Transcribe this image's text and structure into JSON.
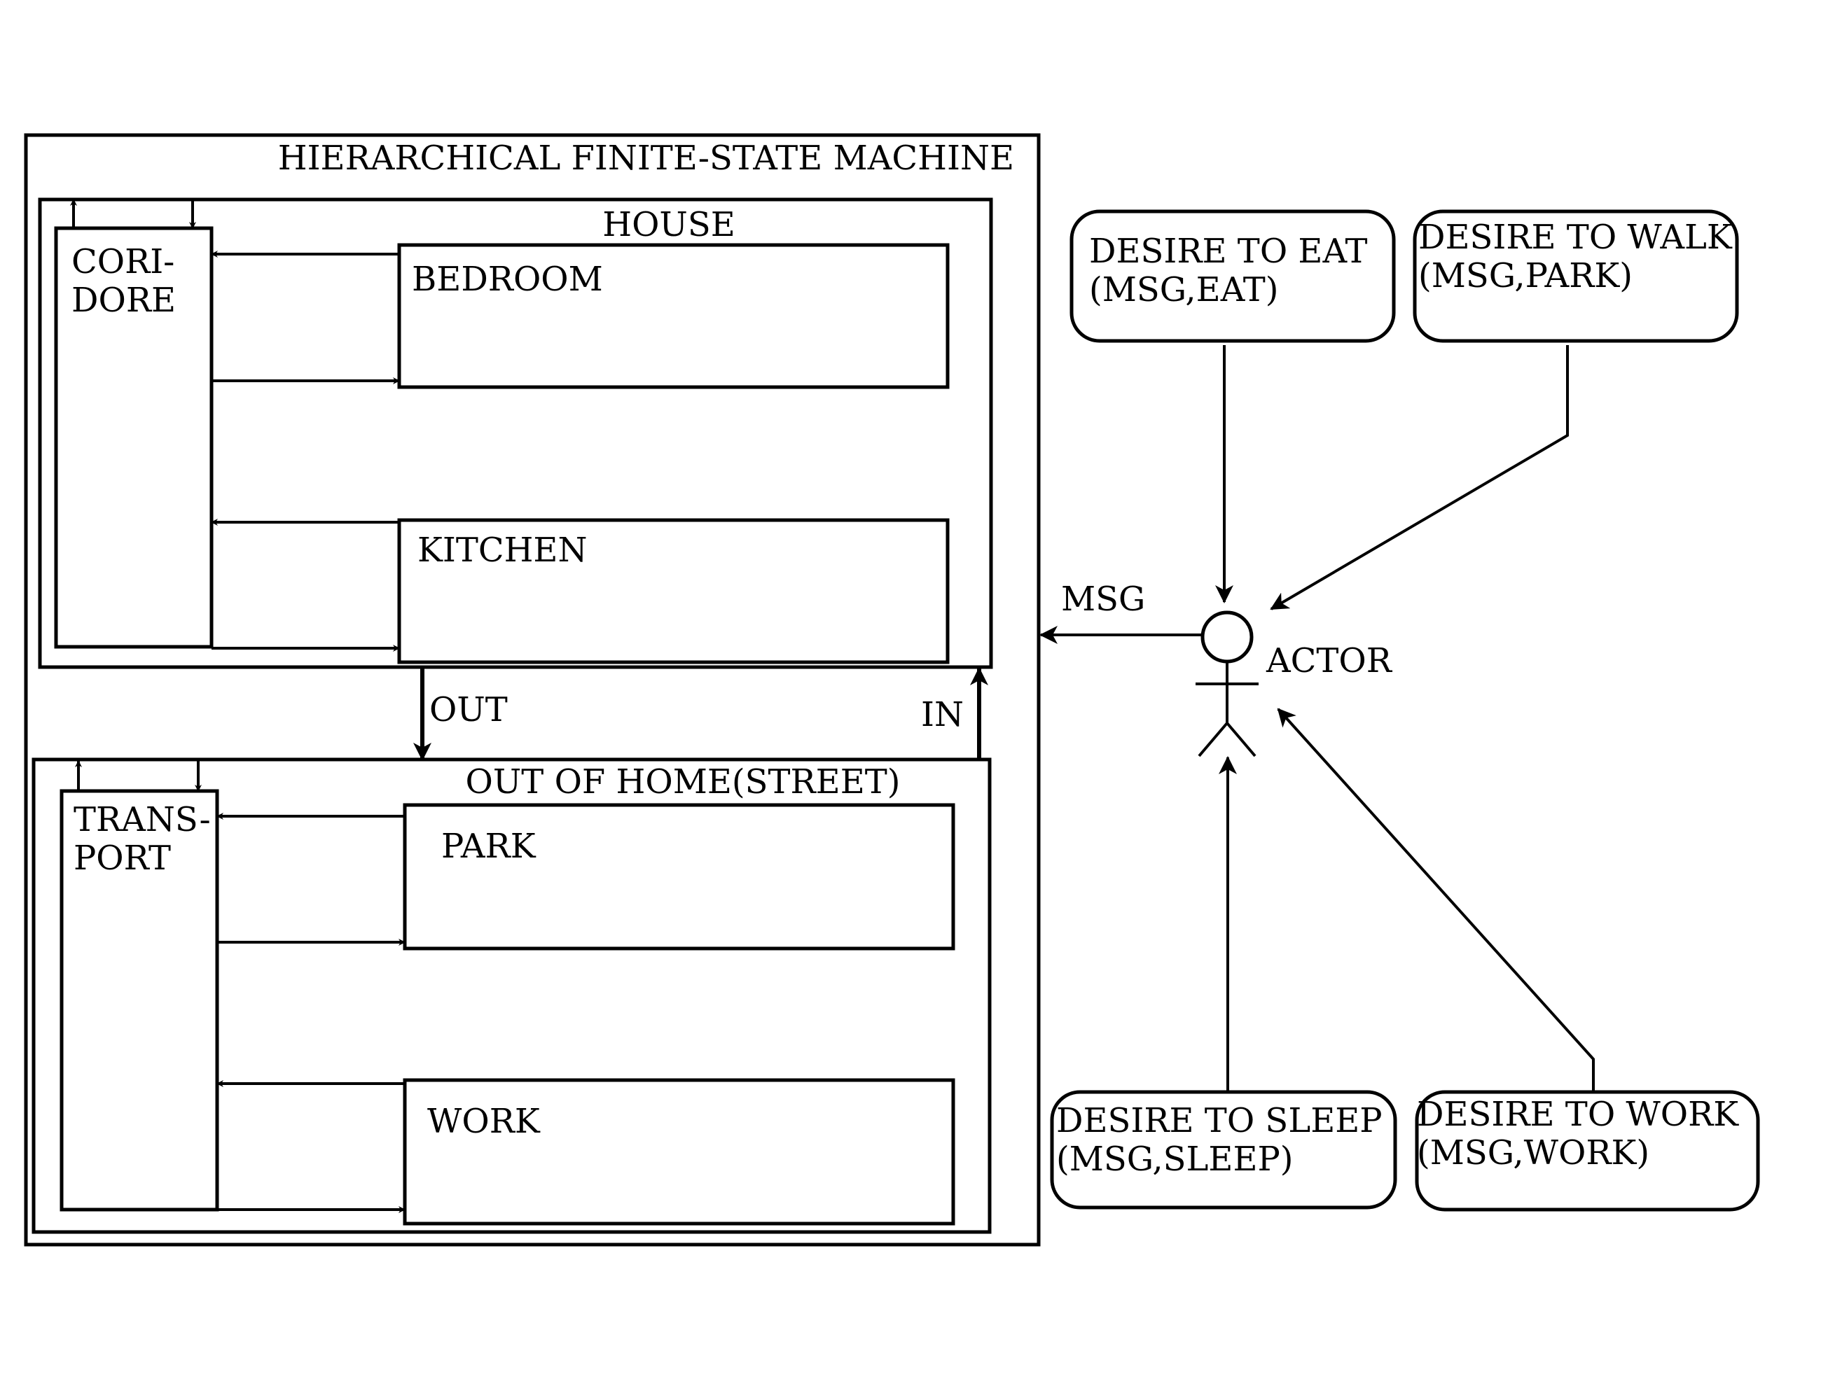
{
  "hfsm": {
    "title": "HIERARCHICAL FINITE-STATE MACHINE",
    "house": {
      "title": "HOUSE",
      "corridor_line1": "CORI-",
      "corridor_line2": "DORE",
      "bedroom": "BEDROOM",
      "kitchen": "KITCHEN"
    },
    "street": {
      "title": "OUT OF HOME(STREET)",
      "transport_line1": "TRANS-",
      "transport_line2": "PORT",
      "park": "PARK",
      "work": "WORK"
    },
    "out_label": "OUT",
    "in_label": "IN"
  },
  "actor": {
    "label": "ACTOR",
    "msg_label": "MSG"
  },
  "desires": {
    "eat": {
      "line1": "DESIRE TO EAT",
      "line2": "(MSG,EAT)"
    },
    "walk": {
      "line1": "DESIRE TO WALK",
      "line2": "(MSG,PARK)"
    },
    "sleep": {
      "line1": "DESIRE TO SLEEP",
      "line2": "(MSG,SLEEP)"
    },
    "work": {
      "line1": "DESIRE TO WORK",
      "line2": "(MSG,WORK)"
    }
  }
}
